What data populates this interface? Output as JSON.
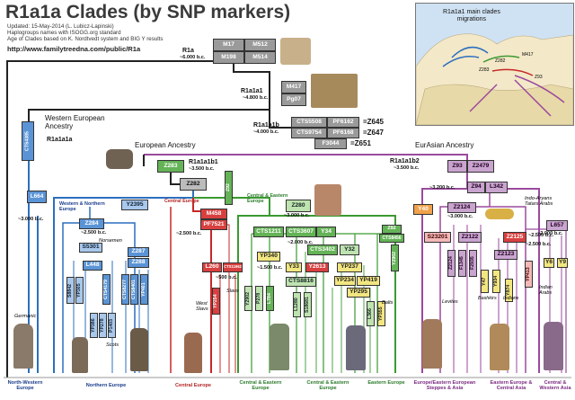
{
  "title": "R1a1a Clades (by SNP markers)",
  "header": {
    "updated": "Updated: 15-May-2014 (L. Lubicz-Lapinski)",
    "haplogroups": "Haplogroups names with ISOGG.org standard",
    "age": "Age of Clades based on K. Nordtvedt system and BIG Y results",
    "url": "http://www.familytreedna.com/public/R1a"
  },
  "map": {
    "title_line1": "R1a1a1 main clades",
    "title_line2": "migrations",
    "labels": [
      "M417",
      "Z93",
      "Z282",
      "Z283"
    ]
  },
  "nodes": {
    "r1a": {
      "label": "R1a",
      "age": "~6.000 b.c.",
      "markers": [
        "M17",
        "M512",
        "M198",
        "M514"
      ]
    },
    "r1a1a1": {
      "label": "R1a1a1",
      "age": "~4.800 b.c.",
      "markers": [
        "M417",
        "Pg07"
      ]
    },
    "r1a1a1b": {
      "label": "R1a1a1b",
      "age": "~4.000 b.c.",
      "markers": [
        "CTS5508",
        "PF6162",
        "CTS9754",
        "PF6168",
        "F3044"
      ],
      "eq": [
        "=Z645",
        "=Z647",
        "=Z651"
      ]
    },
    "western": {
      "section": "Western European Ancestry",
      "label": "R1a1a1a",
      "marker": "CTS4385"
    },
    "european": {
      "section": "European Ancestry",
      "marker": "Z283",
      "label": "R1a1a1b1",
      "age": "~3.500 b.c."
    },
    "eurasian": {
      "section": "EurAsian Ancestry",
      "label": "R1a1a1b2",
      "age": "~3.500 b.c.",
      "markers": [
        "Z93",
        "Z2479"
      ]
    },
    "z282": {
      "marker": "Z282"
    },
    "z284": {
      "marker": "Z284",
      "age": "~2.500 b.c.",
      "caption": "Western & Northern Europe"
    },
    "y2395": {
      "marker": "Y2395"
    },
    "l664": {
      "marker": "L664",
      "age": "~3.000 b.c."
    },
    "m458": {
      "markers": [
        "M458",
        "PF7521"
      ],
      "age": "~2.500 b.c.",
      "caption": "Central Europe"
    },
    "z280": {
      "marker": "Z280",
      "age": "~3.000 b.c.",
      "caption": "Central & Eastern Europe"
    },
    "z92": {
      "markers": [
        "Z92",
        "CTS8456"
      ]
    },
    "z94": {
      "markers": [
        "Z94",
        "L342"
      ],
      "age": "~3.200 b.c."
    },
    "z2124": {
      "marker": "Z2124",
      "age": "~3.000 b.c."
    },
    "y40": {
      "marker": "Y40"
    },
    "l657": {
      "marker": "L657",
      "age": "~2.500 b.c."
    }
  },
  "sub_boxes": [
    "S5301",
    "Z287",
    "L448",
    "Z288",
    "L260",
    "CTS11962",
    "CTS1211",
    "CTS3607",
    "Y34",
    "YP340",
    "CTS3402",
    "Y32",
    "Y33",
    "Y2613",
    "YP237",
    "CTS8816",
    "YP234",
    "YP419",
    "YP295",
    "Z2125",
    "Z2123",
    "Z2122",
    "S23201",
    "Y6",
    "Y9"
  ],
  "small_vertical": [
    "S8842",
    "YP305",
    "CTS4179",
    "CTS8277",
    "CTS8401",
    "YP401",
    "YP386",
    "YP278",
    "P1403",
    "YP254",
    "Z92",
    "L784",
    "Y2902",
    "P278",
    "L1280",
    "S18681",
    "L366",
    "YP355",
    "Y2902",
    "Y47",
    "Y934",
    "Y874",
    "YP413",
    "Z2124",
    "F1345",
    "F2935"
  ],
  "ages_misc": [
    "~2.000 b.c.",
    "~1.500 b.c.",
    "~500 b.c.",
    "~2.500 b.c.",
    "~2.000 b.c."
  ],
  "annotations": [
    "Norsemen",
    "Scots",
    "West Slavs",
    "Slavs",
    "Balts",
    "Germanic",
    "Levites",
    "Indo-Aryans Tatars Arabs",
    "Indian Arabs",
    "Indians",
    "Bashkirs"
  ],
  "regions": [
    {
      "text": "North-Western Europe",
      "color": "#1a3c8c"
    },
    {
      "text": "Northern Europe",
      "color": "#1a3c8c"
    },
    {
      "text": "Central Europe",
      "color": "#b32424"
    },
    {
      "text": "Central & Eastern Europe",
      "color": "#2a7a2a"
    },
    {
      "text": "Central & Eastern Europe",
      "color": "#2a7a2a"
    },
    {
      "text": "Eastern Europe",
      "color": "#2a7a2a"
    },
    {
      "text": "Europe/Eastern European Steppes & Asia",
      "color": "#7b2a82"
    },
    {
      "text": "Eastern Europe & Central Asia",
      "color": "#7b2a82"
    },
    {
      "text": "Central & Western Asia",
      "color": "#7b2a82"
    }
  ],
  "colors": {
    "blue": "#2c6fbf",
    "red": "#c62828",
    "green": "#3a9a30",
    "violet": "#9b4a9e",
    "black": "#222222"
  }
}
